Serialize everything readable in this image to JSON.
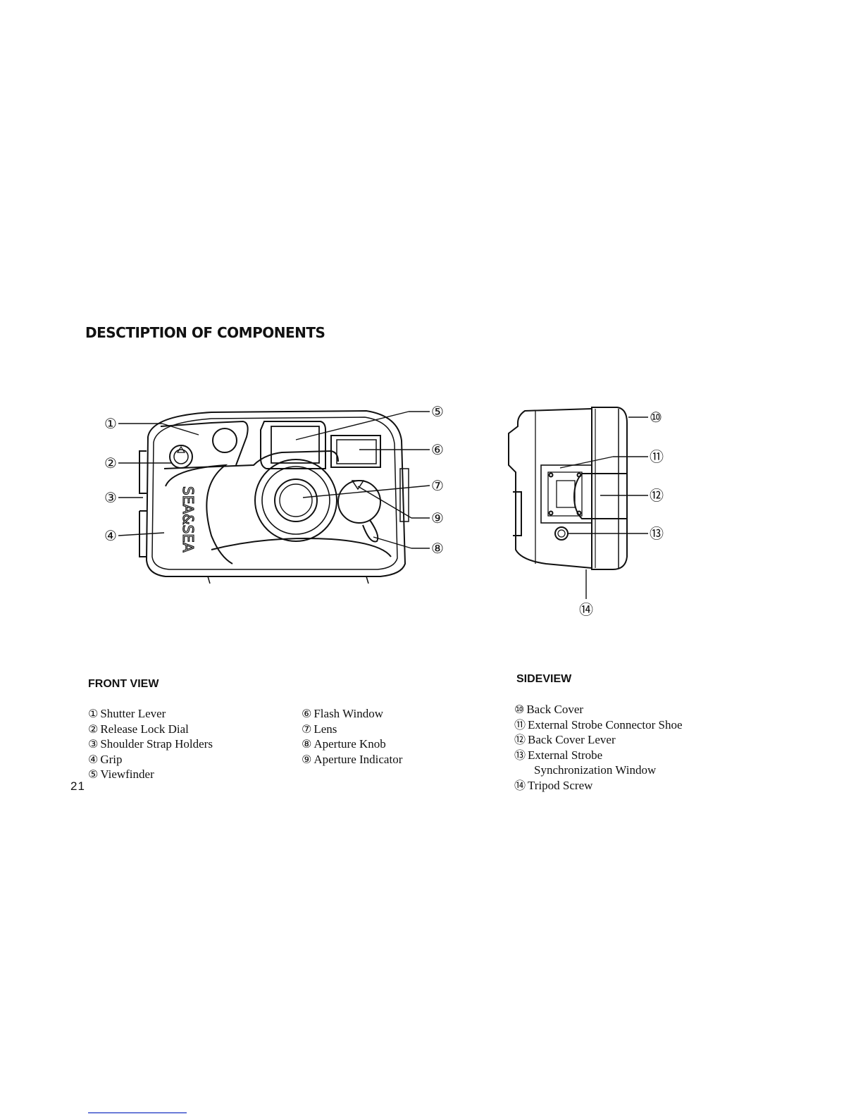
{
  "title": "DESCTIPTION OF COMPONENTS",
  "page_number": "21",
  "front_view": {
    "heading": "FRONT VIEW",
    "brand_text": "SEA&SEA",
    "callouts": [
      "①",
      "②",
      "③",
      "④",
      "⑤",
      "⑥",
      "⑦",
      "⑧",
      "⑨"
    ],
    "left_column": [
      {
        "num": "①",
        "label": "Shutter Lever"
      },
      {
        "num": "②",
        "label": "Release Lock Dial"
      },
      {
        "num": "③",
        "label": "Shoulder Strap Holders"
      },
      {
        "num": "④",
        "label": "Grip"
      },
      {
        "num": "⑤",
        "label": "Viewfinder"
      }
    ],
    "right_column": [
      {
        "num": "⑥",
        "label": "Flash Window"
      },
      {
        "num": "⑦",
        "label": "Lens"
      },
      {
        "num": "⑧",
        "label": "Aperture Knob"
      },
      {
        "num": "⑨",
        "label": "Aperture Indicator"
      }
    ]
  },
  "side_view": {
    "heading": "SIDEVIEW",
    "callouts": [
      "⑩",
      "⑪",
      "⑫",
      "⑬",
      "⑭"
    ],
    "items": [
      {
        "num": "⑩",
        "label": "Back Cover"
      },
      {
        "num": "⑪",
        "label": "External Strobe Connector Shoe"
      },
      {
        "num": "⑫",
        "label": "Back Cover Lever"
      },
      {
        "num": "⑬",
        "label": "External Strobe"
      },
      {
        "num": "",
        "label": "Synchronization Window"
      },
      {
        "num": "⑭",
        "label": "Tripod Screw"
      }
    ]
  }
}
